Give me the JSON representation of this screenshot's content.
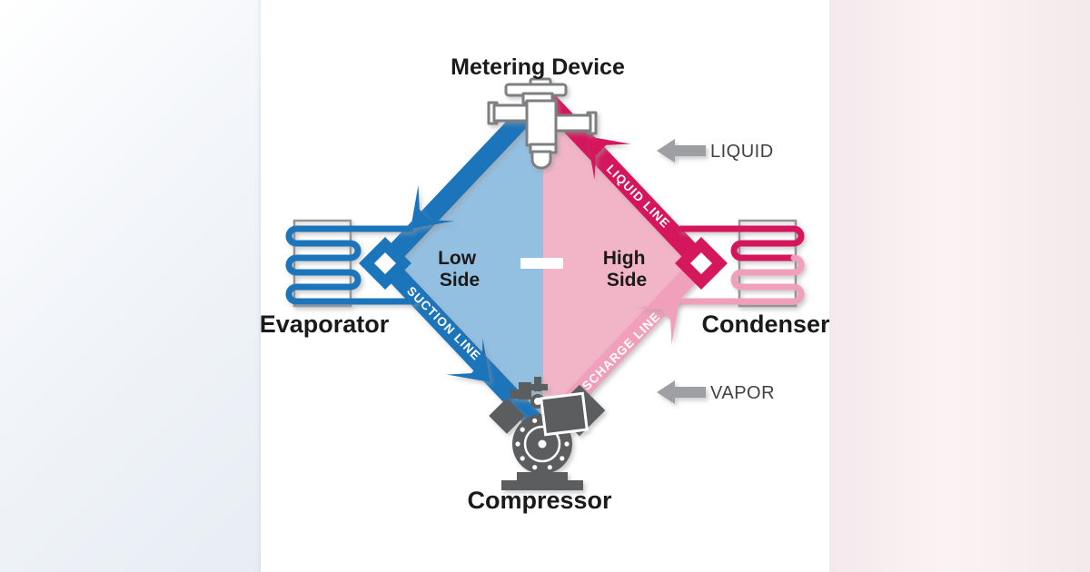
{
  "diagram": {
    "components": {
      "metering_device": "Metering Device",
      "evaporator": "Evaporator",
      "condenser": "Condenser",
      "compressor": "Compressor"
    },
    "zones": {
      "low_side": {
        "line1": "Low",
        "line2": "Side"
      },
      "high_side": {
        "line1": "High",
        "line2": "Side"
      }
    },
    "refrigerant_lines": {
      "suction": "SUCTION LINE",
      "discharge": "DISCHARGE LINE",
      "liquid": "LIQUID LINE"
    },
    "state_arrows": {
      "liquid": "LIQUID",
      "vapor": "VAPOR"
    },
    "colors": {
      "low_side_band": "#1B75BB",
      "low_side_fill": "#93BFE0",
      "liquid_line_band": "#D5175B",
      "discharge_line_band": "#F1A0BC",
      "high_side_fill": "#F2B5C8",
      "hardware_gray": "#5C5D5F",
      "flow_arrow_gray": "#9D9FA2"
    }
  }
}
